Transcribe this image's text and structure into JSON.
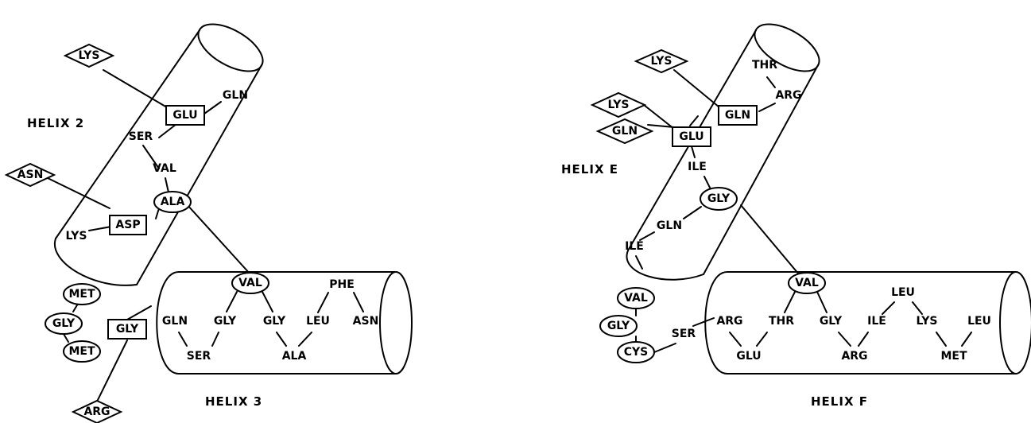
{
  "left_panel": {
    "helix_upper_label": "HELIX 2",
    "helix_lower_label": "HELIX 3",
    "residues": {
      "lys_top": "LYS",
      "gln": "GLN",
      "glu": "GLU",
      "ser": "SER",
      "val_upper": "VAL",
      "asn": "ASN",
      "ala_contact": "ALA",
      "asp": "ASP",
      "lys_lower": "LYS",
      "met_1": "MET",
      "gly_loop": "GLY",
      "met_2": "MET",
      "gly_box": "GLY",
      "arg": "ARG",
      "val_contact": "VAL",
      "phe": "PHE",
      "gln_h3": "GLN",
      "gly_h3_a": "GLY",
      "gly_h3_b": "GLY",
      "leu_h3": "LEU",
      "asn_h3": "ASN",
      "ser_h3": "SER",
      "ala_h3": "ALA"
    }
  },
  "right_panel": {
    "helix_upper_label": "HELIX E",
    "helix_lower_label": "HELIX F",
    "residues": {
      "lys_top": "LYS",
      "thr": "THR",
      "arg": "ARG",
      "lys_mid": "LYS",
      "gln_diamond": "GLN",
      "gln_box": "GLN",
      "glu_box": "GLU",
      "ile_upper": "ILE",
      "gly_contact": "GLY",
      "gln_mid": "GLN",
      "ile_lower": "ILE",
      "val_loop": "VAL",
      "gly_loop": "GLY",
      "cys_loop": "CYS",
      "ser_link": "SER",
      "val_contact": "VAL",
      "leu_top": "LEU",
      "arg_f": "ARG",
      "thr_f": "THR",
      "gly_f": "GLY",
      "ile_f": "ILE",
      "lys_f": "LYS",
      "leu_f": "LEU",
      "glu_f": "GLU",
      "arg_f_low": "ARG",
      "met_f": "MET"
    }
  }
}
